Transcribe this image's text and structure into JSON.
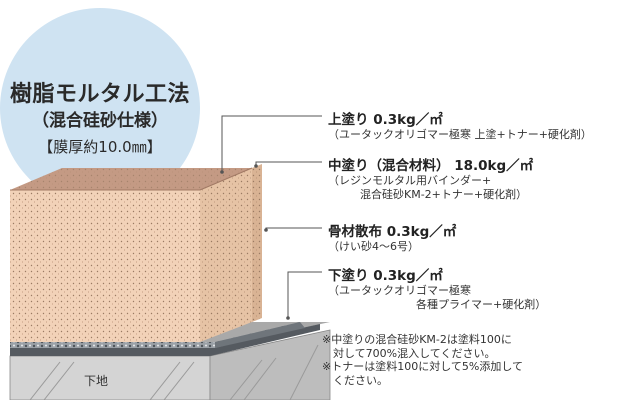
{
  "title_block": {
    "method": "樹脂モルタル工法",
    "spec": "（混合硅砂仕様）",
    "thickness": "【膜厚約10.0㎜】"
  },
  "layers": [
    {
      "head": "上塗り  0.3kg／㎡",
      "desc": [
        "（ユータックオリゴマー極寒 上塗+トナー+硬化剤）"
      ]
    },
    {
      "head": "中塗り（混合材料）  18.0kg／㎡",
      "desc": [
        "（レジンモルタル用バインダー+",
        "混合硅砂KM-2+トナー+硬化剤）"
      ]
    },
    {
      "head": "骨材散布  0.3kg／㎡",
      "desc": [
        "（けい砂4～6号）"
      ]
    },
    {
      "head": "下塗り  0.3kg／㎡",
      "desc": [
        "（ユータックオリゴマー極寒",
        "各種プライマー+硬化剤）"
      ]
    }
  ],
  "notes": {
    "note1_line1": "※中塗りの混合硅砂KM-2は塗料100に",
    "note1_line2": "対して700%混入してください。",
    "note2_line1": "※トナーは塗料100に対して5%添加して",
    "note2_line2": "ください。"
  },
  "base_label": "下地",
  "colors": {
    "circle": "#cfe3f2",
    "mortar": "#f2d2b8",
    "mortar_side": "#e6c3a5",
    "top_coat": "#c49a84",
    "base": "#c9c9c9",
    "leader": "#555555"
  }
}
